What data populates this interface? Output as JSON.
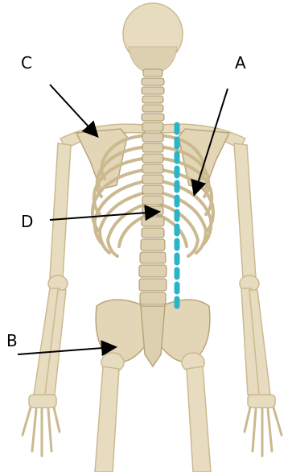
{
  "labels": {
    "a": "A",
    "b": "B",
    "c": "C",
    "d": "D"
  },
  "colors": {
    "bone": "#e8dcc0",
    "bone_shade": "#cbb98f",
    "bone_dark": "#a99468",
    "spine_marker": "#2bb3c8",
    "arrow": "#000000",
    "background": "#ffffff"
  }
}
